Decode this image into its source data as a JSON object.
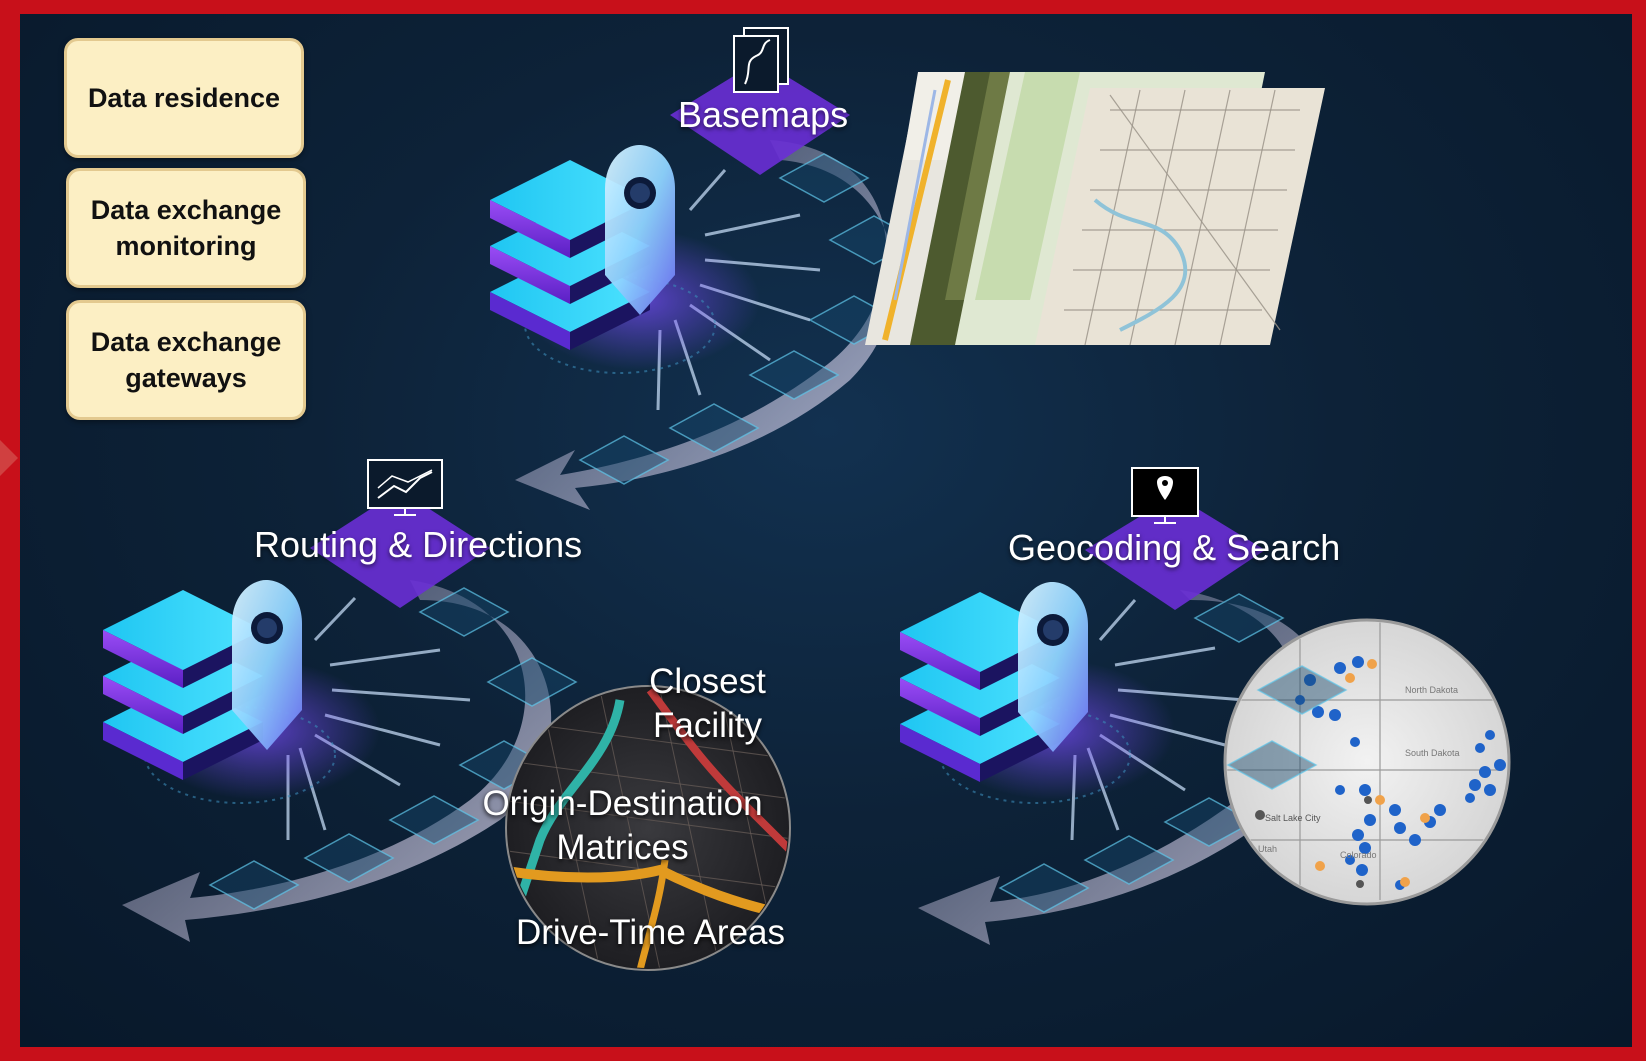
{
  "cards": [
    {
      "label": "Data residence"
    },
    {
      "label": "Data exchange\nmonitoring"
    },
    {
      "label": "Data exchange\ngateways"
    }
  ],
  "services": {
    "basemaps": {
      "title": "Basemaps",
      "icon": "map-frames-icon"
    },
    "routing": {
      "title": "Routing & Directions",
      "icon": "line-chart-monitor-icon"
    },
    "geocoding": {
      "title": "Geocoding & Search",
      "icon": "pin-monitor-icon"
    }
  },
  "routing_outputs": {
    "closest_facility": "Closest\nFacility",
    "od_matrices": "Origin-Destination\nMatrices",
    "drive_time": "Drive-Time Areas"
  },
  "map_labels": {
    "north_dakota": "North Dakota",
    "south_dakota": "South Dakota",
    "salt_lake_city": "Salt Lake City",
    "colorado": "Colorado",
    "utah": "Utah"
  },
  "colors": {
    "frame": "#c8101a",
    "card_bg": "#fcefc4",
    "diamond": "#6a2fd6",
    "server_cyan": "#22d6f5",
    "server_purple": "#8a3cf0"
  }
}
